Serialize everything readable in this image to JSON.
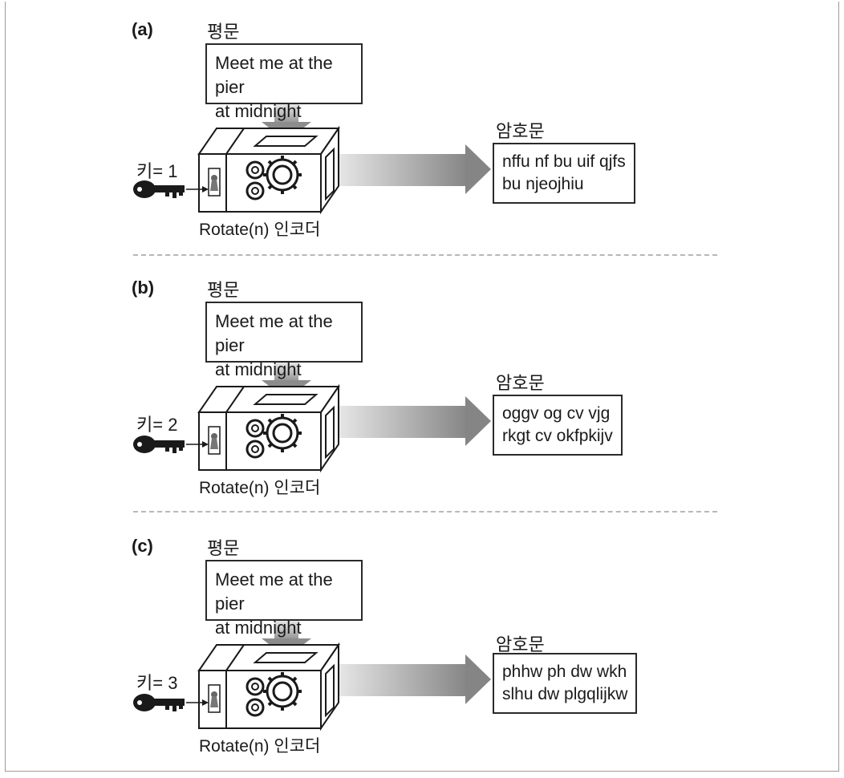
{
  "panels": [
    {
      "label": "(a)",
      "plaintext_title": "평문",
      "plaintext_lines": [
        "Meet me at the pier",
        "at midnight"
      ],
      "ciphertext_title": "암호문",
      "ciphertext_lines": [
        "nffu nf bu uif qjfs",
        "bu njeojhiu"
      ],
      "key_label": "키= 1",
      "encoder_label": "Rotate(n) 인코더"
    },
    {
      "label": "(b)",
      "plaintext_title": "평문",
      "plaintext_lines": [
        "Meet me at the pier",
        "at midnight"
      ],
      "ciphertext_title": "암호문",
      "ciphertext_lines": [
        "oggv og cv vjg",
        "rkgt cv okfpkijv"
      ],
      "key_label": "키= 2",
      "encoder_label": "Rotate(n) 인코더"
    },
    {
      "label": "(c)",
      "plaintext_title": "평문",
      "plaintext_lines": [
        "Meet me at the pier",
        "at midnight"
      ],
      "ciphertext_title": "암호문",
      "ciphertext_lines": [
        "phhw ph dw wkh",
        "slhu dw plgqlijkw"
      ],
      "key_label": "키= 3",
      "encoder_label": "Rotate(n) 인코더"
    }
  ],
  "icons": {
    "key": "key-icon",
    "keyhole": "keyhole-icon",
    "gears": "gears-icon",
    "encoder_box": "encoder-box-icon"
  },
  "colors": {
    "arrow_dark": "#8c8c8c",
    "arrow_light": "#ececec",
    "ink": "#1a1a1a"
  }
}
